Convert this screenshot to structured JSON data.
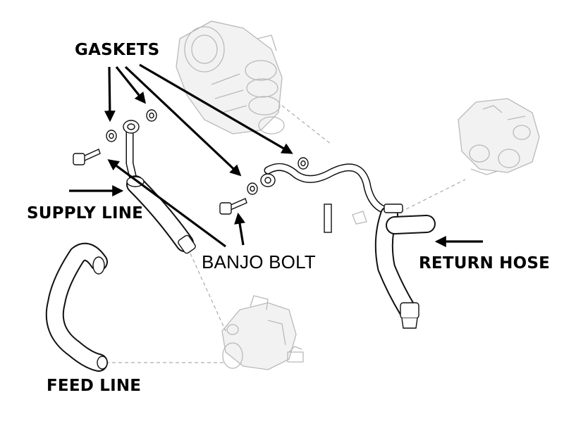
{
  "labels": {
    "gaskets": "GASKETS",
    "supply_line": "SUPPLY LINE",
    "banjo_bolt": "BANJO BOLT",
    "return_hose": "RETURN HOSE",
    "feed_line": "FEED LINE"
  },
  "colors": {
    "ink": "#000000",
    "faded_component": "#b9b9b9",
    "background": "#ffffff"
  }
}
